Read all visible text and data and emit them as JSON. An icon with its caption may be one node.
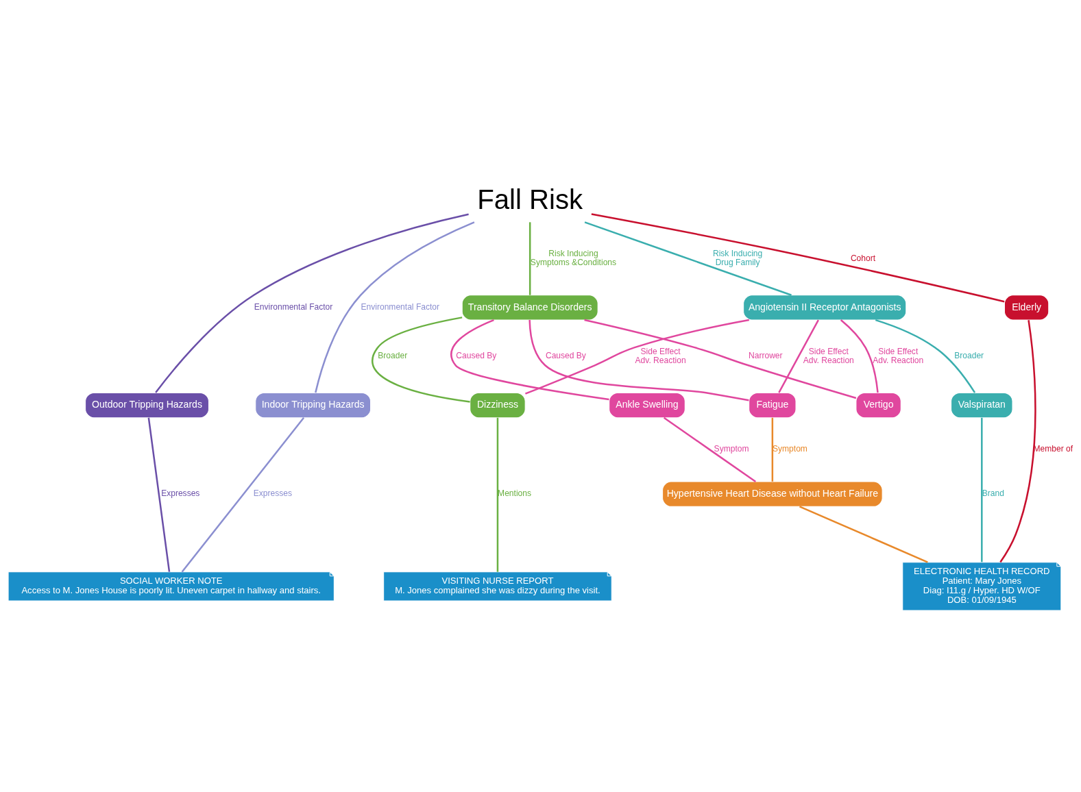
{
  "diagram": {
    "nodes": [
      {
        "text": [
          "Fall Risk"
        ]
      },
      {
        "text": [
          "Outdoor Tripping Hazards"
        ]
      },
      {
        "text": [
          "Indoor Tripping Hazards"
        ]
      },
      {
        "text": [
          "Transitory Balance Disorders"
        ]
      },
      {
        "text": [
          "Dizziness"
        ]
      },
      {
        "text": [
          "Vertigo"
        ]
      },
      {
        "text": [
          "Fatigue"
        ]
      },
      {
        "text": [
          "Ankle Swelling"
        ]
      },
      {
        "text": [
          "Angiotensin II Receptor Antagonists"
        ]
      },
      {
        "text": [
          "Valspiratan"
        ]
      },
      {
        "text": [
          "Hypertensive Heart Disease without Heart Failure"
        ]
      },
      {
        "text": [
          "Elderly"
        ]
      },
      {
        "text": [
          "SOCIAL WORKER NOTE",
          "Access to M. Jones House is poorly lit. Uneven carpet in hallway and stairs."
        ]
      },
      {
        "text": [
          "VISITING NURSE REPORT",
          "M. Jones complained she was dizzy during the visit."
        ]
      },
      {
        "text": [
          "ELECTRONIC HEALTH RECORD",
          "Patient: Mary Jones",
          "Diag: I11.g / Hyper. HD W/OF",
          "DOB: 01/09/1945"
        ]
      }
    ],
    "edges": [
      {
        "from": 0,
        "to": 1,
        "arrow": "none",
        "label": "Environmental Factor",
        "color": "#6a4fa8"
      },
      {
        "from": 0,
        "to": 2,
        "arrow": "none",
        "label": "Environmental Factor",
        "color": "#8b8fd0"
      },
      {
        "from": 0,
        "to": 3,
        "arrow": "none",
        "label": "Risk Inducing Symptoms &Conditions",
        "color": "#6ab042"
      },
      {
        "from": 0,
        "to": 8,
        "arrow": "none",
        "label": "Risk Inducing Drug Family",
        "color": "#3aaeae"
      },
      {
        "from": 0,
        "to": 11,
        "arrow": "none",
        "label": "Cohort",
        "color": "#c8102e"
      },
      {
        "from": 1,
        "to": 12,
        "arrow": "none",
        "label": "Expresses",
        "color": "#6a4fa8"
      },
      {
        "from": 2,
        "to": 12,
        "arrow": "none",
        "label": "Expresses",
        "color": "#8b8fd0"
      },
      {
        "from": 3,
        "to": 5,
        "arrow": "none",
        "label": "Narrower",
        "color": "#e0479e"
      },
      {
        "from": 3,
        "to": 6,
        "arrow": "none",
        "label": "Caused By",
        "color": "#e0479e"
      },
      {
        "from": 3,
        "to": 7,
        "arrow": "none",
        "label": "Caused By",
        "color": "#e0479e"
      },
      {
        "from": 3,
        "to": 4,
        "arrow": "none",
        "label": "Broader",
        "color": "#6ab042"
      },
      {
        "from": 4,
        "to": 13,
        "arrow": "none",
        "label": "Mentions",
        "color": "#6ab042"
      },
      {
        "from": 5,
        "to": 8,
        "arrow": "none",
        "label": "Side Effect Adv. Reaction",
        "color": "#e0479e"
      },
      {
        "from": 6,
        "to": 8,
        "arrow": "none",
        "label": "Side Effect Adv. Reaction",
        "color": "#e0479e"
      },
      {
        "from": 4,
        "to": 8,
        "arrow": "none",
        "label": "Side Effect Adv. Reaction",
        "color": "#e0479e"
      },
      {
        "from": 6,
        "to": 10,
        "arrow": "none",
        "label": "Symptom",
        "color": "#e8892b"
      },
      {
        "from": 7,
        "to": 10,
        "arrow": "none",
        "label": "Symptom",
        "color": "#e0479e"
      },
      {
        "from": 10,
        "to": 14,
        "arrow": "none",
        "color": "#e8892b"
      },
      {
        "from": 8,
        "to": 9,
        "arrow": "none",
        "label": "Broader",
        "color": "#3aaeae"
      },
      {
        "from": 9,
        "to": 14,
        "arrow": "none",
        "label": "Brand",
        "color": "#3aaeae"
      },
      {
        "from": 11,
        "to": 14,
        "arrow": "none",
        "label": "Member of",
        "color": "#c8102e"
      }
    ]
  }
}
